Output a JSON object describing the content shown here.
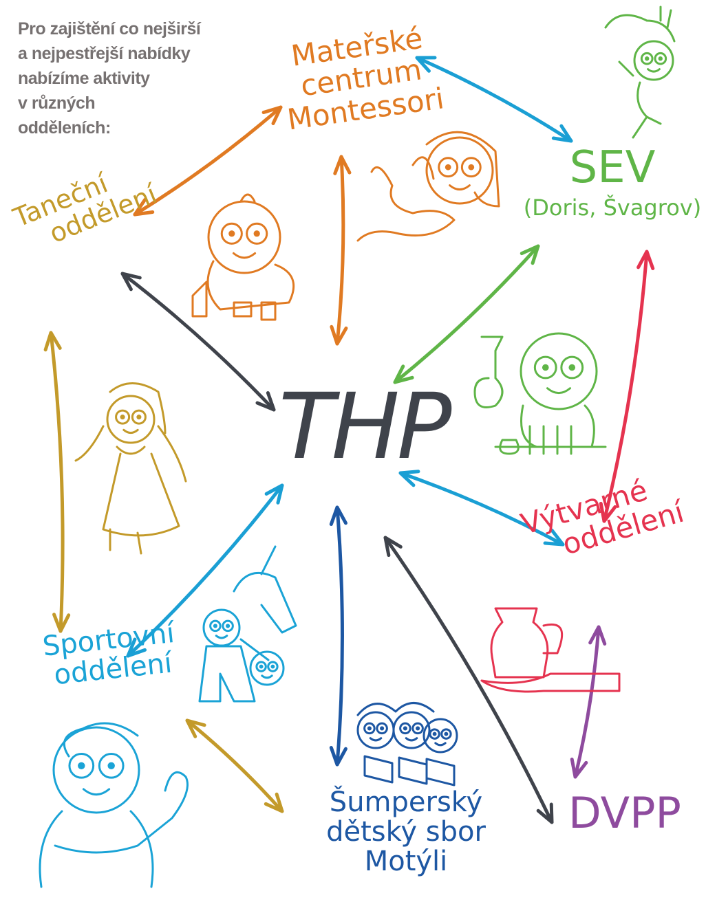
{
  "intro_lines": [
    "Pro zajištění co nejširší",
    "a nejpestřejší nabídky",
    "nabízíme aktivity",
    "v různých",
    "odděleních:"
  ],
  "nodes": {
    "materske": {
      "lines": [
        "Mateřské",
        "centrum",
        "Montessori"
      ],
      "color": "#e07a22"
    },
    "sev": {
      "title": "SEV",
      "subtitle": "(Doris, Švagrov)",
      "color": "#5fb547"
    },
    "tanecni": {
      "lines": [
        "Taneční",
        "oddělení"
      ],
      "color": "#c39a2a"
    },
    "thp": {
      "title": "THP",
      "color": "#3f434b"
    },
    "vytvarne": {
      "lines": [
        "Výtvarné",
        "oddělení"
      ],
      "color": "#e5334f"
    },
    "sportovni": {
      "lines": [
        "Sportovní",
        "oddělení"
      ],
      "color": "#1aa3d6"
    },
    "dvpp": {
      "title": "DVPP",
      "color": "#8e4b9e"
    },
    "sbor": {
      "lines": [
        "Šumperský",
        "dětský sbor",
        "Motýli"
      ],
      "color": "#1d57a3"
    }
  },
  "connections": [
    {
      "from": "materske",
      "to": "sev",
      "color": "#1a9fd4"
    },
    {
      "from": "materske",
      "to": "tanecni",
      "color": "#e07a22"
    },
    {
      "from": "materske",
      "to": "thp",
      "color": "#e07a22"
    },
    {
      "from": "tanecni",
      "to": "thp",
      "color": "#3f434b"
    },
    {
      "from": "sev",
      "to": "thp",
      "color": "#5fb547"
    },
    {
      "from": "sev",
      "to": "vytvarne",
      "color": "#e5334f"
    },
    {
      "from": "thp",
      "to": "vytvarne",
      "color": "#1a9fd4"
    },
    {
      "from": "thp",
      "to": "sportovni",
      "color": "#1a9fd4"
    },
    {
      "from": "thp",
      "to": "sbor",
      "color": "#1d57a3"
    },
    {
      "from": "thp",
      "to": "dvpp",
      "color": "#3f434b"
    },
    {
      "from": "tanecni",
      "to": "sportovni",
      "color": "#c39a2a"
    },
    {
      "from": "sportovni",
      "to": "sbor",
      "color": "#c39a2a"
    },
    {
      "from": "vytvarne",
      "to": "dvpp",
      "color": "#8e4b9e"
    }
  ],
  "illustrations": [
    {
      "name": "baby-illustration",
      "color": "#e07a22"
    },
    {
      "name": "girl-with-rabbits-illustration",
      "color": "#e07a22"
    },
    {
      "name": "climbing-child-illustration",
      "color": "#5fb547"
    },
    {
      "name": "scientist-child-illustration",
      "color": "#5fb547"
    },
    {
      "name": "dancer-illustration",
      "color": "#c39a2a"
    },
    {
      "name": "acrobats-illustration",
      "color": "#1aa3d6"
    },
    {
      "name": "hockey-player-illustration",
      "color": "#1aa3d6"
    },
    {
      "name": "choir-children-illustration",
      "color": "#1d57a3"
    },
    {
      "name": "vase-illustration",
      "color": "#e5334f"
    }
  ]
}
